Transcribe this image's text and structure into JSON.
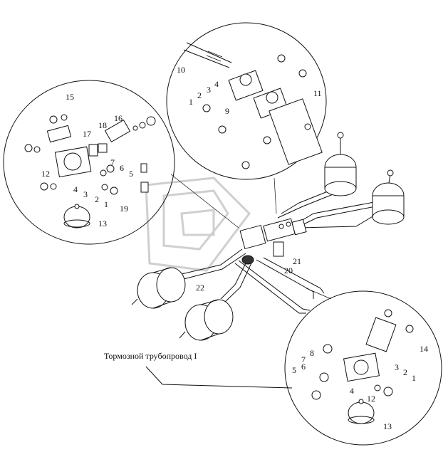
{
  "caption": "Тормозной трубопровод I",
  "callouts": {
    "left": [
      "15",
      "18",
      "16",
      "17",
      "12",
      "7",
      "6",
      "5",
      "4",
      "3",
      "2",
      "1",
      "19",
      "13"
    ],
    "top": [
      "10",
      "1",
      "2",
      "3",
      "4",
      "9",
      "11"
    ],
    "right": [
      "14",
      "12",
      "13",
      "7",
      "8",
      "6",
      "5",
      "4",
      "3",
      "2",
      "1"
    ],
    "center": [
      "21",
      "20",
      "22"
    ]
  }
}
